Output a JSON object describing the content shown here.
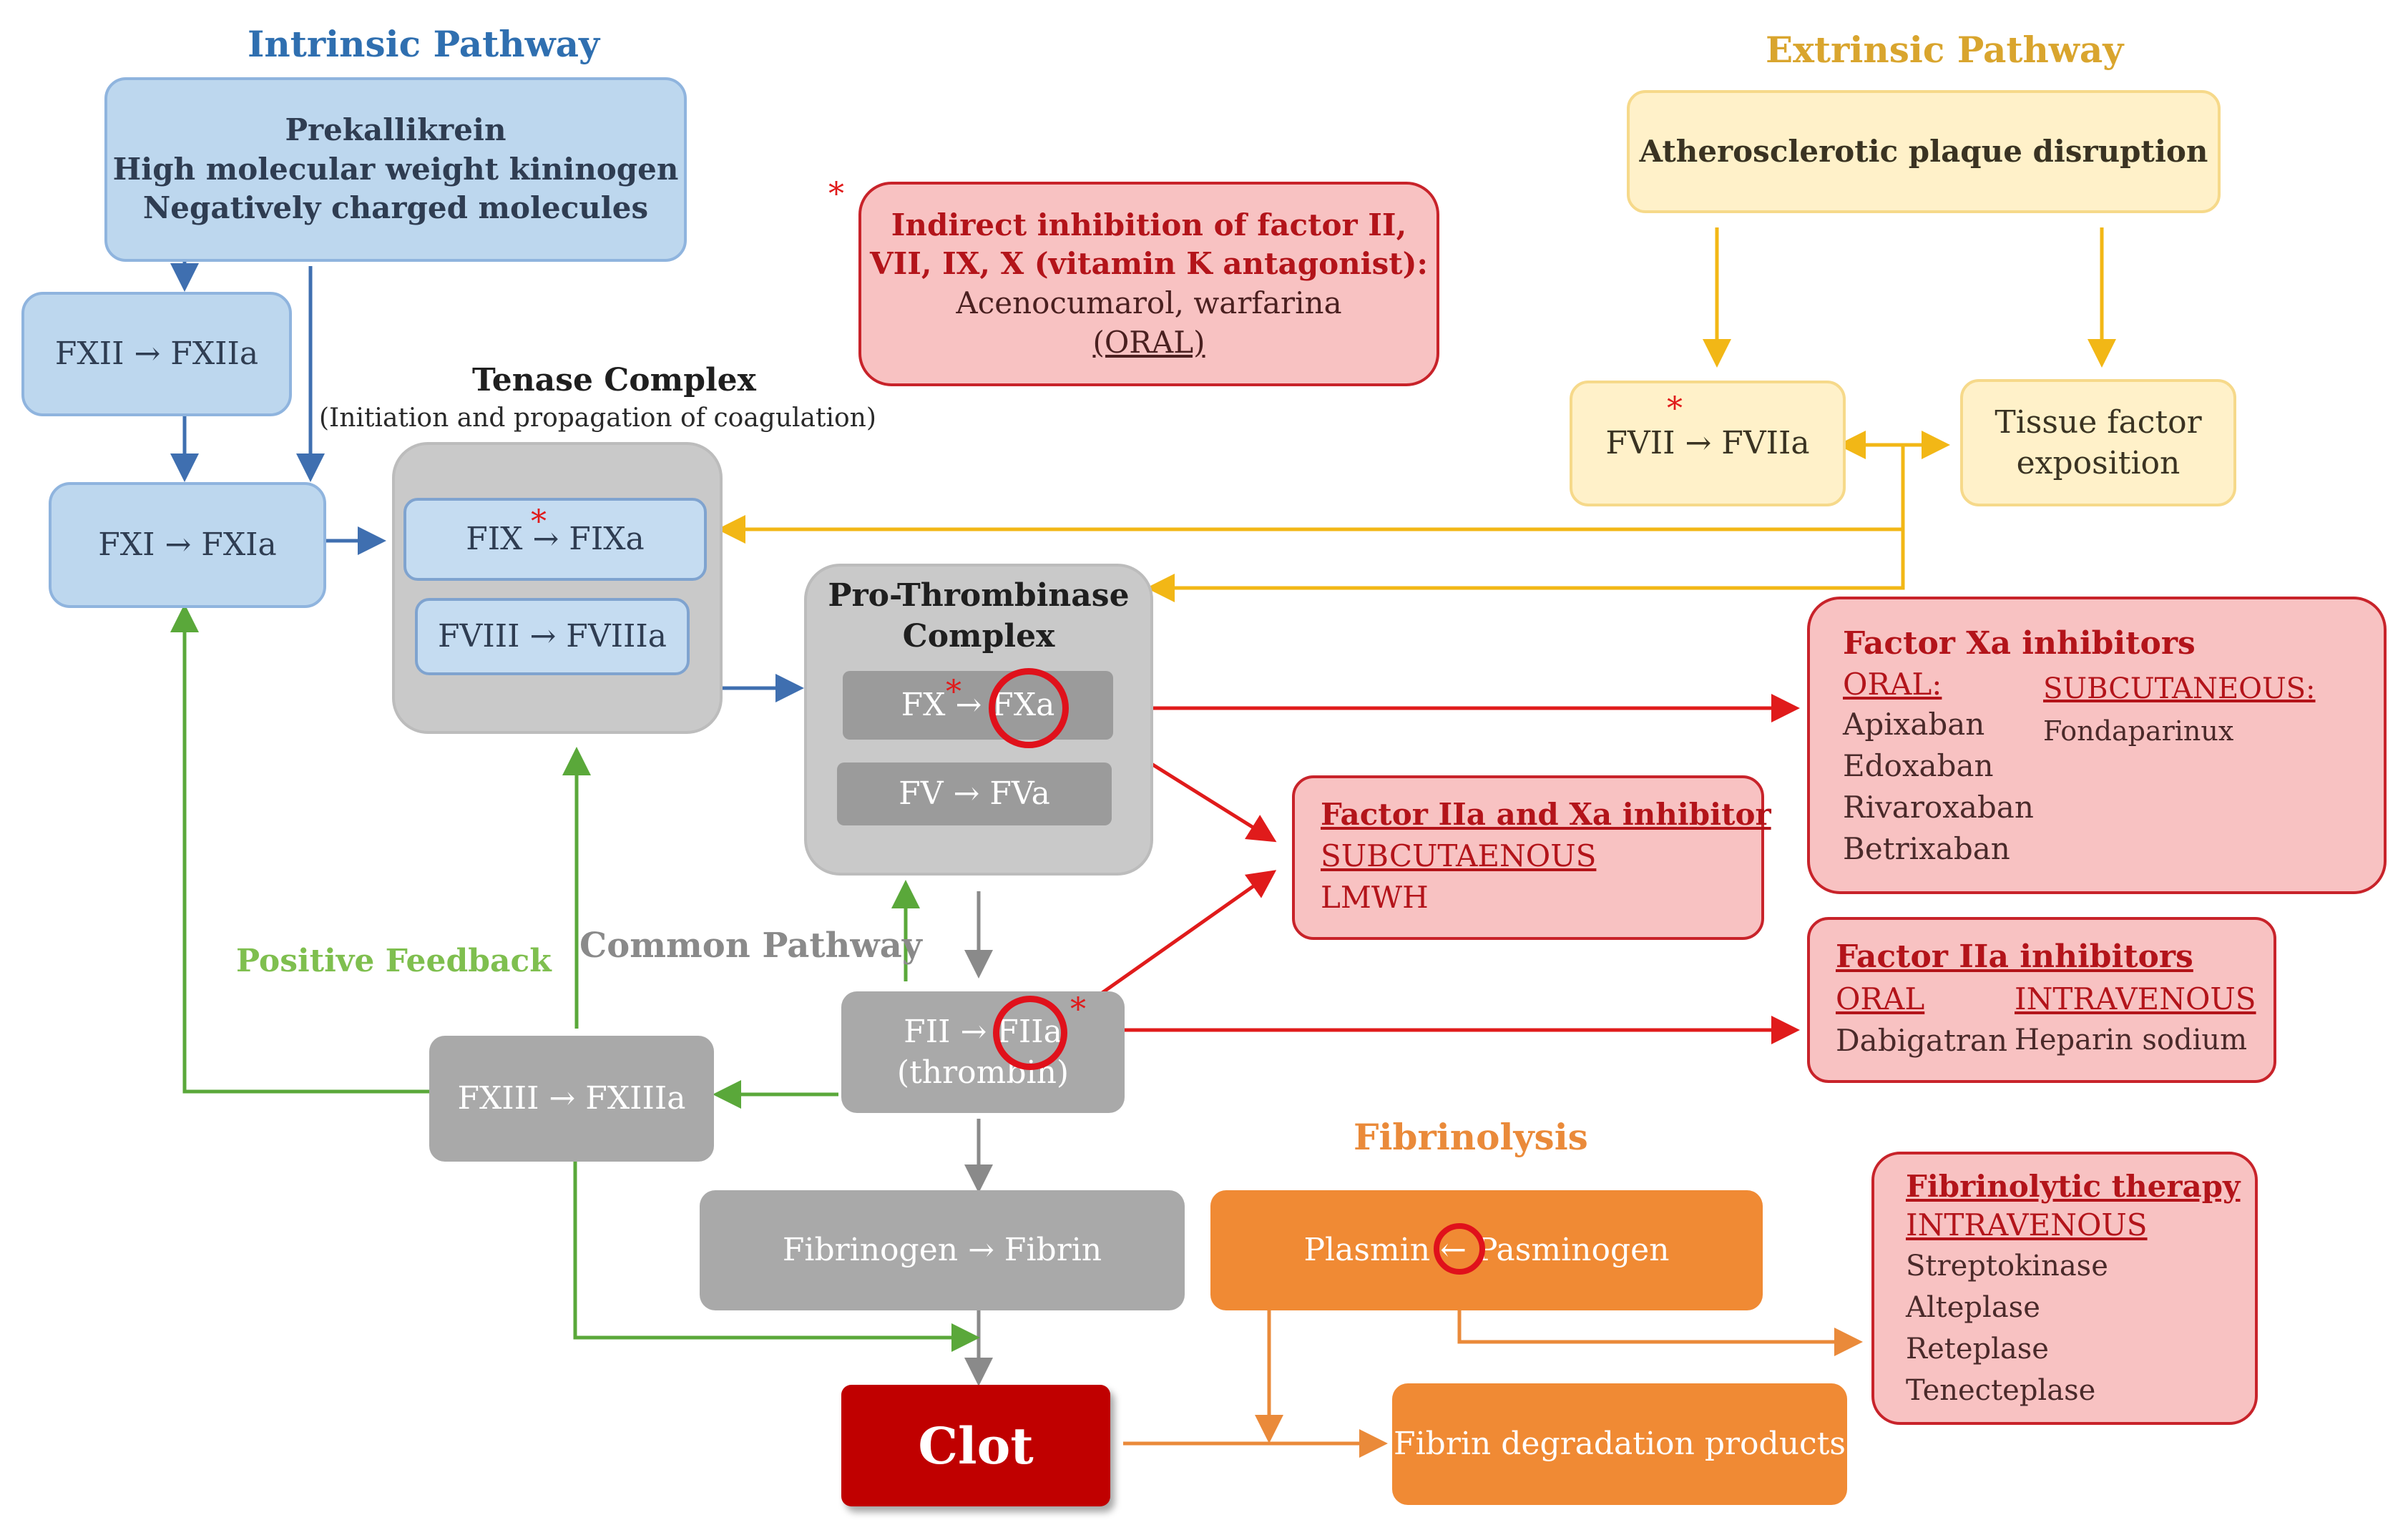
{
  "colors": {
    "blue_arrow": "#3f6fb0",
    "yellow_arrow": "#f2b716",
    "red_arrow": "#e01b1b",
    "green_arrow": "#5aa83a",
    "grey_arrow": "#8a8a8a",
    "orange_arrow": "#ea8a3a"
  },
  "intrinsic": {
    "title": "Intrinsic Pathway",
    "box_line1": "Prekallikrein",
    "box_line2": "High molecular weight kininogen",
    "box_line3": "Negatively charged molecules",
    "fxii": "FXII → FXIIa",
    "fxi": "FXI → FXIa"
  },
  "tenase": {
    "title": "Tenase Complex",
    "subtitle": "(Initiation and propagation of coagulation)",
    "fix": "FIX → FIXa",
    "fviii": "FVIII → FVIIIa"
  },
  "vka": {
    "line1": "Indirect inhibition of factor II,",
    "line2": "VII, IX, X (vitamin K antagonist):",
    "line3": "Acenocumarol, warfarina",
    "line4": "(ORAL)"
  },
  "extrinsic": {
    "title": "Extrinsic Pathway",
    "plaque": "Atherosclerotic plaque disruption",
    "fvii": "FVII → FVIIa",
    "tf_line1": "Tissue factor",
    "tf_line2": "exposition"
  },
  "prothrombinase": {
    "title_line1": "Pro-Thrombinase",
    "title_line2": "Complex",
    "fx": "FX → FXa",
    "fv": "FV → FVa"
  },
  "xa_inhibitors": {
    "title": "Factor Xa inhibitors",
    "oral_label": "ORAL:",
    "oral_drugs": [
      "Apixaban",
      "Edoxaban",
      "Rivaroxaban",
      "Betrixaban"
    ],
    "subq_label": "SUBCUTANEOUS:",
    "subq_drugs": [
      "Fondaparinux"
    ]
  },
  "iia_xa_inhibitor": {
    "title": "Factor IIa and Xa inhibitor",
    "route": "SUBCUTAENOUS",
    "drug": "LMWH"
  },
  "iia_inhibitors": {
    "title": "Factor IIa inhibitors",
    "oral_label": "ORAL",
    "oral_drug": "Dabigatran",
    "iv_label": "INTRAVENOUS",
    "iv_drug": "Heparin sodium"
  },
  "common": {
    "positive_feedback": "Positive Feedback",
    "common_pathway": "Common Pathway",
    "fii_line1": "FII → FIIa",
    "fii_line2": "(thrombin)",
    "fxiii": "FXIII → FXIIIa",
    "fibrinogen": "Fibrinogen → Fibrin",
    "clot": "Clot"
  },
  "fibrinolysis": {
    "title": "Fibrinolysis",
    "plasmin": "Plasmin ← Pasminogen",
    "fdp": "Fibrin degradation products"
  },
  "fibrinolytic_therapy": {
    "title": "Fibrinolytic therapy",
    "route": "INTRAVENOUS",
    "drugs": [
      "Streptokinase",
      "Alteplase",
      "Reteplase",
      "Tenecteplase"
    ]
  },
  "asterisk": "*"
}
